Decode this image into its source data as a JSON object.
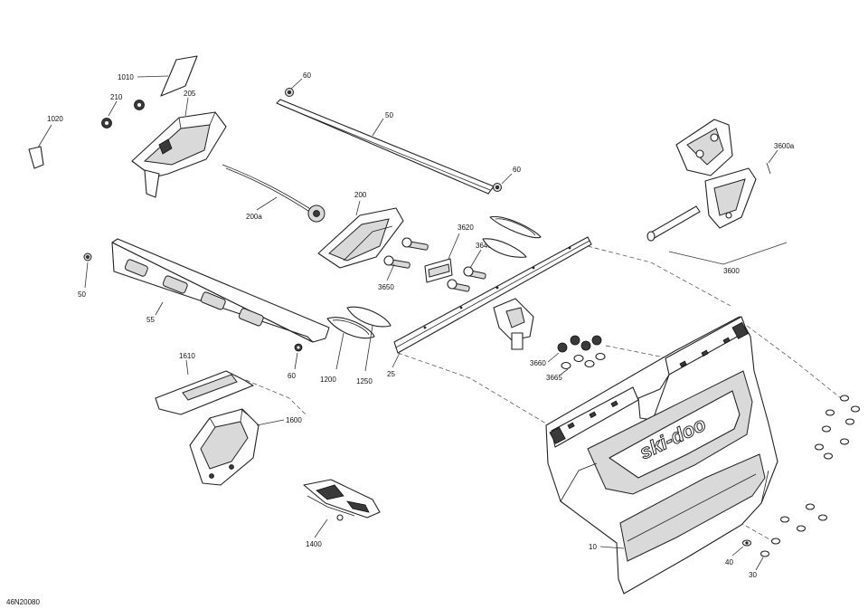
{
  "diagram": {
    "brand_logo_text": "ski-doo",
    "document_id": "46N20080",
    "callouts": {
      "c1010": "1010",
      "c210": "210",
      "c205": "205",
      "c1020": "1020",
      "c60a": "60",
      "c50a": "50",
      "c60b": "60",
      "c200": "200",
      "c200a": "200a",
      "c3600a": "3600a",
      "c3600": "3600",
      "c3620": "3620",
      "c3640": "3640",
      "c3650": "3650",
      "c50b": "50",
      "c55": "55",
      "c1200": "1200",
      "c1250": "1250",
      "c25": "25",
      "c3660": "3660",
      "c3665": "3665",
      "c60c": "60",
      "c1610": "1610",
      "c1600": "1600",
      "c1400": "1400",
      "c10": "10",
      "c40": "40",
      "c30": "30"
    }
  }
}
